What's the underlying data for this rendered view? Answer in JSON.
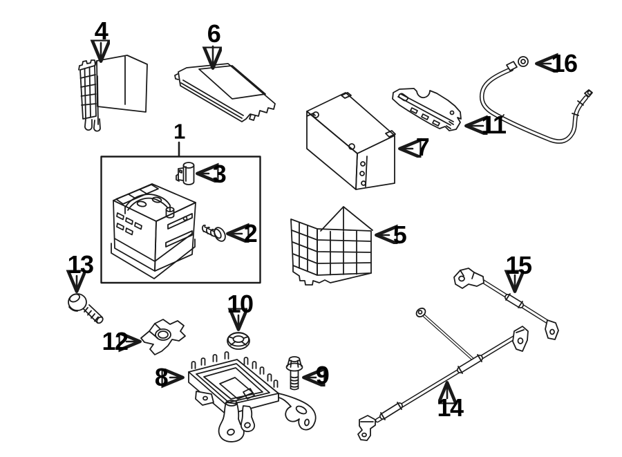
{
  "diagram": {
    "type": "exploded-parts-diagram",
    "subject": "Battery and battery mounting components",
    "background_color": "#ffffff",
    "line_color": "#1a1a1a",
    "label_color": "#000000"
  },
  "callouts": [
    {
      "number": "1"
    },
    {
      "number": "2"
    },
    {
      "number": "3"
    },
    {
      "number": "4"
    },
    {
      "number": "5"
    },
    {
      "number": "6"
    },
    {
      "number": "7"
    },
    {
      "number": "8"
    },
    {
      "number": "9"
    },
    {
      "number": "10"
    },
    {
      "number": "11"
    },
    {
      "number": "12"
    },
    {
      "number": "13"
    },
    {
      "number": "14"
    },
    {
      "number": "15"
    },
    {
      "number": "16"
    }
  ],
  "parts": [
    {
      "callout": "1",
      "drawing": "battery-in-highlight-box"
    },
    {
      "callout": "2",
      "drawing": "plug-bolt"
    },
    {
      "callout": "3",
      "drawing": "vent-cap"
    },
    {
      "callout": "4",
      "drawing": "corner-cover-panel"
    },
    {
      "callout": "5",
      "drawing": "vented-battery-cover"
    },
    {
      "callout": "6",
      "drawing": "battery-box-cover"
    },
    {
      "callout": "7",
      "drawing": "battery-box"
    },
    {
      "callout": "8",
      "drawing": "battery-tray"
    },
    {
      "callout": "9",
      "drawing": "hex-flange-bolt"
    },
    {
      "callout": "10",
      "drawing": "grommet"
    },
    {
      "callout": "11",
      "drawing": "retaining-bracket"
    },
    {
      "callout": "12",
      "drawing": "hold-down-clamp"
    },
    {
      "callout": "13",
      "drawing": "clamp-bolt"
    },
    {
      "callout": "14",
      "drawing": "battery-cable"
    },
    {
      "callout": "15",
      "drawing": "ground-strap"
    },
    {
      "callout": "16",
      "drawing": "negative-battery-cable"
    }
  ]
}
